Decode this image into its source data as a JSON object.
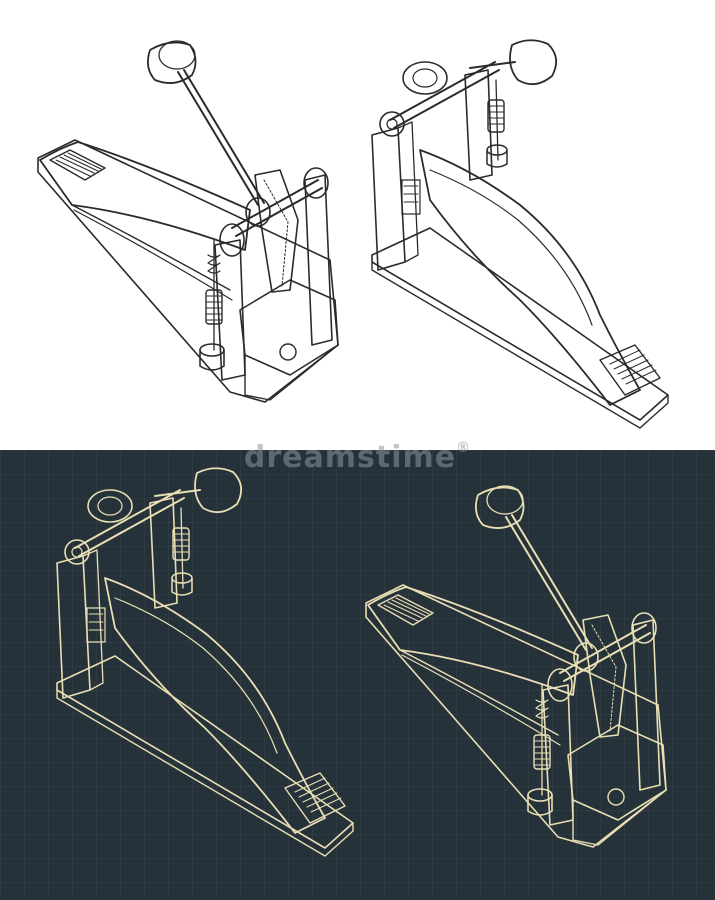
{
  "watermark": {
    "text": "dreamstime",
    "symbol": "®"
  },
  "panels": [
    {
      "name": "light",
      "background": "#ffffff",
      "stroke": "#2b2b2b"
    },
    {
      "name": "dark",
      "background": "#26323a",
      "stroke": "#e9dfb4"
    }
  ]
}
